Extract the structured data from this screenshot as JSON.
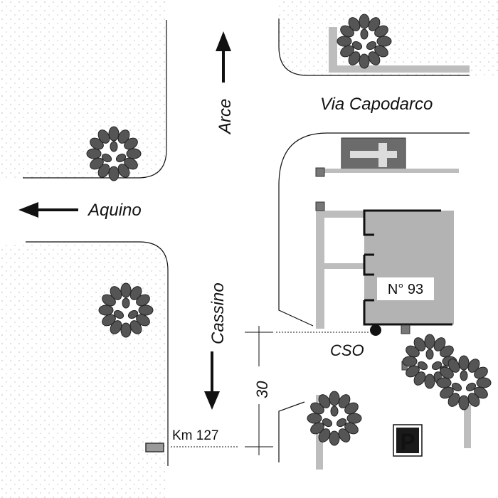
{
  "labels": {
    "arce": "Arce",
    "via_capodarco": "Via Capodarco",
    "aquino": "Aquino",
    "cassino": "Cassino",
    "building_number": "N° 93",
    "cso": "CSO",
    "distance": "30",
    "km_marker": "Km 127",
    "parking": "P"
  },
  "colors": {
    "building": "#b3b3b3",
    "paths": "#bdbdbd",
    "cross_sign_bg": "#6b6b6b",
    "tree": "#555555",
    "parking_bg": "#1a1a1a"
  },
  "icons": [
    "tree-icon",
    "cross-icon",
    "parking-icon",
    "arrow-icon",
    "marker-dot-icon"
  ]
}
